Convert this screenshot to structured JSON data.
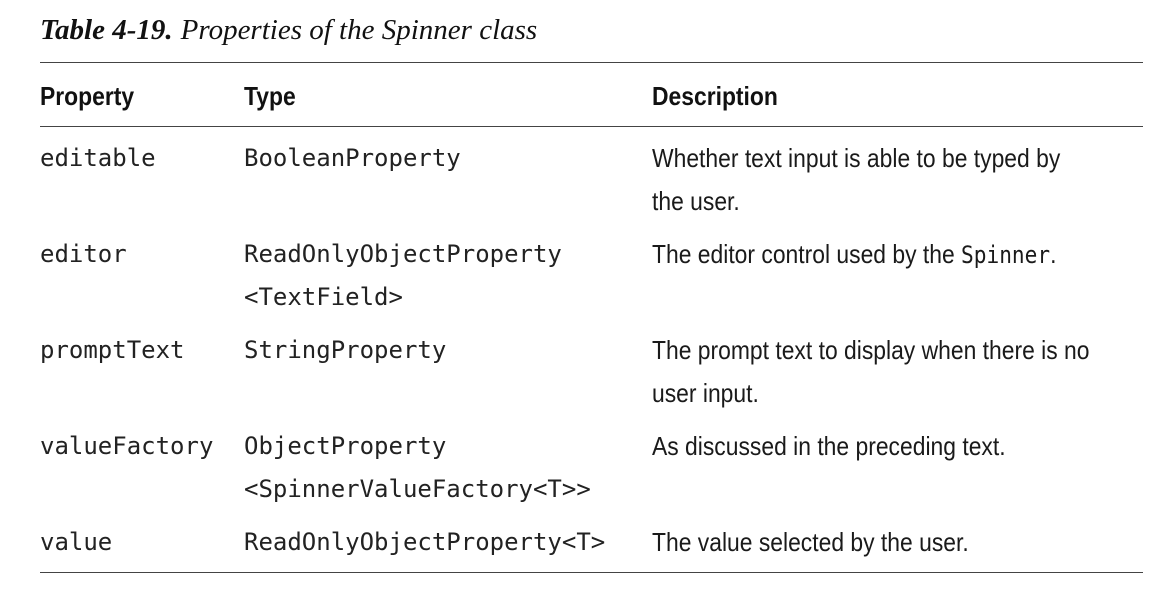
{
  "caption": {
    "number": "Table 4-19.",
    "title": "Properties of the Spinner class"
  },
  "headers": {
    "property": "Property",
    "type": "Type",
    "description": "Description"
  },
  "rows": [
    {
      "property": "editable",
      "type_line1": "BooleanProperty",
      "type_line2": "",
      "desc_line1": "Whether text input is able to be typed by",
      "desc_line2": "the user."
    },
    {
      "property": "editor",
      "type_line1": "ReadOnlyObjectProperty",
      "type_line2": "<TextField>",
      "desc_prefix": "The editor control used by the ",
      "desc_code": "Spinner",
      "desc_suffix": "."
    },
    {
      "property": "promptText",
      "type_line1": "StringProperty",
      "type_line2": "",
      "desc_line1": "The prompt text to display when there is no",
      "desc_line2": "user input."
    },
    {
      "property": "valueFactory",
      "type_line1": "ObjectProperty",
      "type_line2": "<SpinnerValueFactory<T>>",
      "desc_line1": "As discussed in the preceding text.",
      "desc_line2": ""
    },
    {
      "property": "value",
      "type_line1": "ReadOnlyObjectProperty<T>",
      "type_line2": "",
      "desc_line1": "The value selected by the user.",
      "desc_line2": ""
    }
  ]
}
